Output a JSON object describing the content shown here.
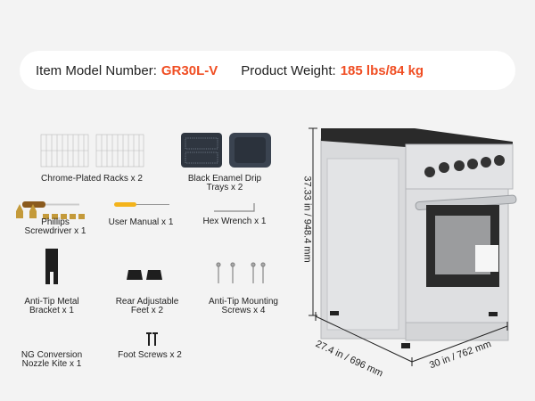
{
  "specs": {
    "model_label": "Item Model Number:",
    "model_value": "GR30L-V",
    "weight_label": "Product Weight:",
    "weight_value": "185 lbs/84 kg"
  },
  "accessories": [
    {
      "line1": "Chrome-Plated Racks x 2",
      "line2": ""
    },
    {
      "line1": "Black Enamel Drip",
      "line2": "Trays x 2"
    },
    {
      "line1": "Phillips",
      "line2": "Screwdriver x 1"
    },
    {
      "line1": "User Manual x 1",
      "line2": ""
    },
    {
      "line1": "Hex Wrench x 1",
      "line2": ""
    },
    {
      "line1": "Anti-Tip Metal",
      "line2": "Bracket x 1"
    },
    {
      "line1": "Rear Adjustable",
      "line2": "Feet x 2"
    },
    {
      "line1": "Anti-Tip Mounting",
      "line2": "Screws x 4"
    },
    {
      "line1": "NG Conversion",
      "line2": "Nozzle Kite x 1"
    },
    {
      "line1": "Foot Screws x 2",
      "line2": ""
    }
  ],
  "dimensions": {
    "height": "37.33 in / 948.4 mm",
    "depth": "27.4 in / 696 mm",
    "width": "30 in / 762 mm"
  },
  "colors": {
    "accent": "#f04e23",
    "background": "#f3f3f3"
  }
}
